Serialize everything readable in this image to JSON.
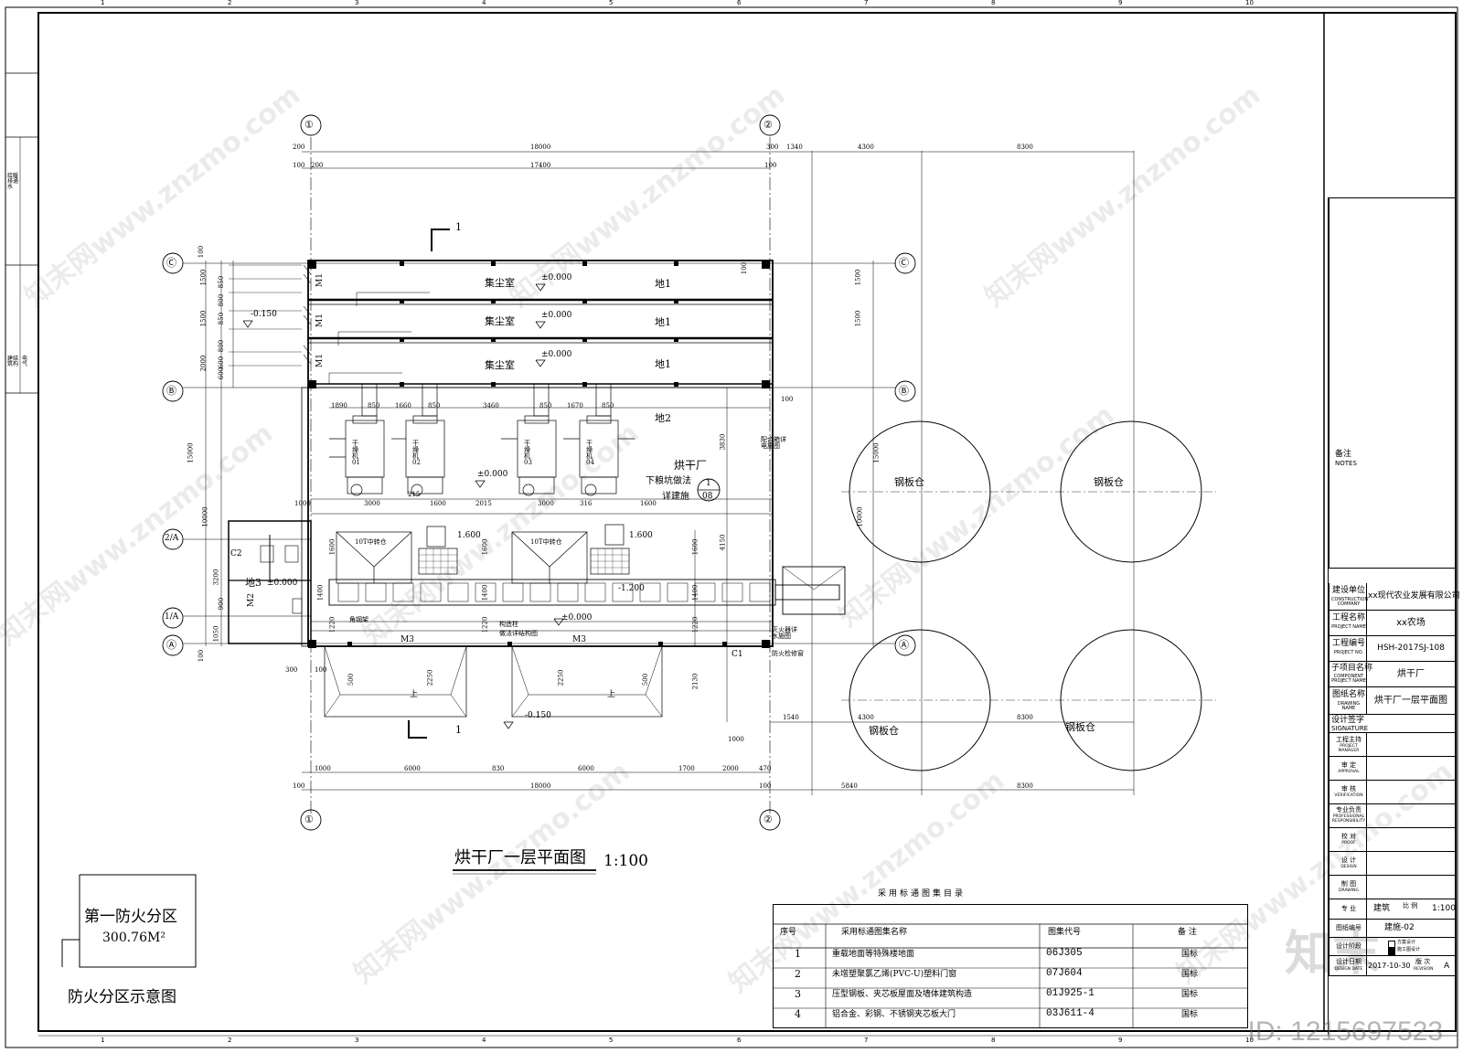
{
  "drawing": {
    "title": "烘干厂一层平面图",
    "scale": "1:100",
    "building_label": "烘干厂",
    "pit_note_1": "下粮坑做法",
    "pit_note_2": "详建施",
    "detail_ref_top": "1",
    "detail_ref_bottom": "08",
    "section_mark": "1",
    "axes": {
      "col_1": "①",
      "col_2": "②",
      "row_A": "Ⓐ",
      "row_B": "Ⓑ",
      "row_C": "Ⓒ",
      "row_1A": "1/A",
      "row_2A": "2/A"
    },
    "rooms": {
      "dust_room": "集尘室",
      "floor_1": "地1",
      "floor_2": "地2",
      "floor_3": "地3",
      "silo": "钢板仓"
    },
    "levels": {
      "zero": "±0.000",
      "minus_150": "-0.150",
      "plus_1600": "1.600",
      "minus_1200": "-1.200"
    },
    "doors": {
      "m1": "M1",
      "m2": "M2",
      "m3": "M3",
      "c1": "C1",
      "c2": "C2"
    },
    "equipment": {
      "dryer_01": "干燥机01",
      "dryer_02": "干燥机02",
      "dryer_03": "干燥机03",
      "dryer_04": "干燥机04",
      "bin_1": "10T中转仓",
      "bin_2": "10T中转仓",
      "up": "上",
      "detail_1": "配合箱详电施图",
      "detail_2": "角钢架",
      "detail_3": "构造柱",
      "detail_4": "做法详结构图",
      "detail_5": "灭火器详水施图",
      "detail_6": "防火检修窗"
    },
    "dims_top": {
      "total_outer": "18000",
      "total_inner": "17400",
      "d200a": "200",
      "d100a": "100",
      "d300a": "300",
      "d1340": "1340",
      "d4300": "4300",
      "d8300": "8300",
      "d200b": "200",
      "d100b": "100"
    },
    "dims_inner": [
      "1890",
      "850",
      "1660",
      "850",
      "3460",
      "850",
      "1670",
      "850"
    ],
    "dims_mid": [
      "3000",
      "215",
      "1600",
      "2015",
      "3000",
      "316",
      "1600"
    ],
    "dims_bottom_1": [
      "1000",
      "6000",
      "830",
      "6000",
      "1700",
      "2000",
      "470"
    ],
    "dims_bottom_2": {
      "total": "18000",
      "d100a": "100",
      "d100b": "100",
      "d5840": "5840",
      "d8300": "8300",
      "d1540": "1540",
      "d4300b": "4300",
      "d8300b": "8300"
    },
    "dims_left": [
      "1500",
      "850",
      "850",
      "1500",
      "800",
      "800",
      "2000",
      "600",
      "600",
      "15000",
      "10000",
      "3200",
      "1400",
      "900",
      "1050",
      "100",
      "100"
    ],
    "dims_right": [
      "1500",
      "1500",
      "15000",
      "10000",
      "3830",
      "4150",
      "1600",
      "1400",
      "1220",
      "2130",
      "100"
    ],
    "dims_misc": [
      "2250",
      "2250",
      "500",
      "500",
      "1220",
      "1600",
      "1220",
      "1600",
      "1400",
      "300",
      "100",
      "1000",
      "1000",
      "100"
    ]
  },
  "fire_zone": {
    "zone_name": "第一防火分区",
    "area": "300.76M²",
    "caption": "防火分区示意图"
  },
  "standards": {
    "heading": "采用标通图集目录",
    "columns": [
      "序号",
      "采用标通图集名称",
      "图集代号",
      "备 注"
    ],
    "rows": [
      {
        "no": "1",
        "name": "重载地面等特殊楼地面",
        "code": "06J305",
        "note": "国标"
      },
      {
        "no": "2",
        "name": "未增塑聚氯乙烯(PVC-U)塑料门窗",
        "code": "07J604",
        "note": "国标"
      },
      {
        "no": "3",
        "name": "压型钢板、夹芯板屋面及墙体建筑构造",
        "code": "01J925-1",
        "note": "国标"
      },
      {
        "no": "4",
        "name": "铝合金、彩钢、不锈钢夹芯板大门",
        "code": "03J611-4",
        "note": "国标"
      }
    ]
  },
  "title_block": {
    "notes_cn": "备注",
    "notes_en": "NOTES",
    "company_label": "建设单位",
    "company_label_en": "CONSTRUCTION COMPANY",
    "company": "xx现代农业发展有限公司",
    "project_label": "工程名称",
    "project_label_en": "PROJECT NAME",
    "project": "xx农场",
    "project_no_label": "工程编号",
    "project_no_label_en": "PROJECT NO.",
    "project_no": "HSH-2017SJ-108",
    "component_label": "子项目名称",
    "component_label_en": "COMPONENT PROJECT NAME",
    "component": "烘干厂",
    "drawing_label": "图纸名称",
    "drawing_label_en": "DRAWING NAME",
    "drawing": "烘干厂一层平面图",
    "signature_cn": "设计签字",
    "signature_en": "SIGNATURE",
    "roles": [
      {
        "cn": "工程主持",
        "en": "PROJECT MANAGER"
      },
      {
        "cn": "审 定",
        "en": "APPROVAL"
      },
      {
        "cn": "审 核",
        "en": "VERIFICATION"
      },
      {
        "cn": "专业负责",
        "en": "PROFESSIONAL RESPONSIBILITY"
      },
      {
        "cn": "校 对",
        "en": "PROOF"
      },
      {
        "cn": "设 计",
        "en": "DESIGN"
      },
      {
        "cn": "制 图",
        "en": "DRAWING"
      }
    ],
    "profession_label": "专 业",
    "profession": "建筑",
    "scale_label": "比 例",
    "scale": "1:100",
    "drawing_no_label": "图纸编号",
    "drawing_no": "建施-02",
    "stage_label": "设计阶段",
    "stage_opt_1": "方案设计",
    "stage_opt_2": "施工图设计",
    "date_label": "设计日期",
    "date_label_en": "DESIGN DATE",
    "date": "2017-10-30",
    "revision_label": "版 次",
    "revision_label_en": "REVISION",
    "revision": "A"
  },
  "border": {
    "grid_numbers": [
      "1",
      "2",
      "3",
      "4",
      "5",
      "6",
      "7",
      "8",
      "9",
      "10"
    ]
  },
  "sidebar": {
    "labels": [
      "建筑",
      "结构",
      "给排水",
      "暖通",
      "电气"
    ]
  },
  "watermark": {
    "text": "知末网www.znzmo.com",
    "logo": "知末",
    "id": "ID: 1215697523"
  }
}
